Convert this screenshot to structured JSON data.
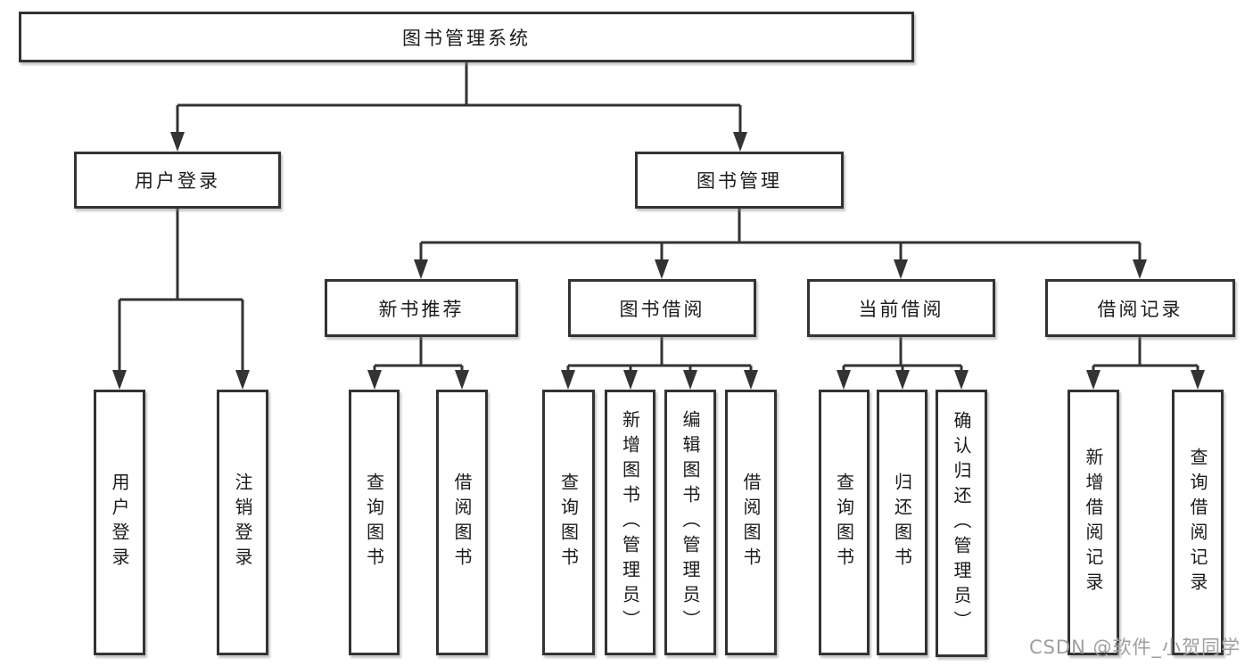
{
  "diagram": {
    "root": {
      "label": "图书管理系统"
    },
    "branches": [
      {
        "label": "用户登录",
        "children": [
          {
            "label": "用户登录"
          },
          {
            "label": "注销登录"
          }
        ]
      },
      {
        "label": "图书管理",
        "children": [
          {
            "label": "新书推荐",
            "children": [
              {
                "label": "查询图书"
              },
              {
                "label": "借阅图书"
              }
            ]
          },
          {
            "label": "图书借阅",
            "children": [
              {
                "label": "查询图书"
              },
              {
                "label": "新增图书（管理员）"
              },
              {
                "label": "编辑图书（管理员）"
              },
              {
                "label": "借阅图书"
              }
            ]
          },
          {
            "label": "当前借阅",
            "children": [
              {
                "label": "查询图书"
              },
              {
                "label": "归还图书"
              },
              {
                "label": "确认归还（管理员）"
              }
            ]
          },
          {
            "label": "借阅记录",
            "children": [
              {
                "label": "新增借阅记录"
              },
              {
                "label": "查询借阅记录"
              }
            ]
          }
        ]
      }
    ]
  },
  "watermark": {
    "text": "CSDN @软件_小贺同学"
  },
  "colors": {
    "line": "#333333",
    "text": "#1b1b1b",
    "background": "#ffffff",
    "watermark": "#9e9e9e"
  }
}
